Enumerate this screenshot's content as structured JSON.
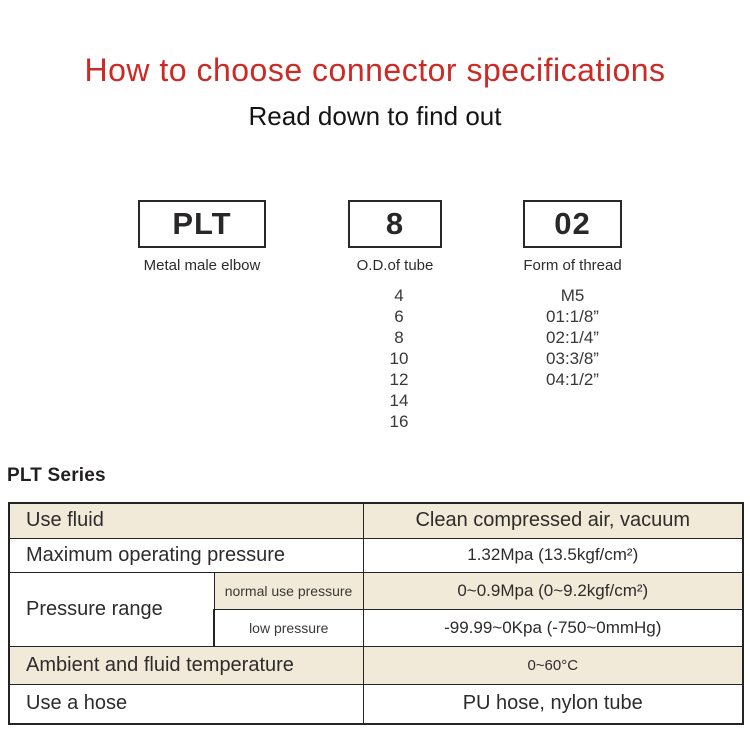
{
  "header": {
    "title": "How to choose connector specifications",
    "subtitle": "Read down to find out"
  },
  "spec_boxes": [
    {
      "code": "PLT",
      "label": "Metal male elbow"
    },
    {
      "code": "8",
      "label": "O.D.of tube"
    },
    {
      "code": "02",
      "label": "Form of thread"
    }
  ],
  "tube_options": [
    "4",
    "6",
    "8",
    "10",
    "12",
    "14",
    "16"
  ],
  "thread_options": [
    "M5",
    "01:1/8”",
    "02:1/4”",
    "03:3/8”",
    "04:1/2”"
  ],
  "series_heading": "PLT Series",
  "spec_table": {
    "use_fluid": {
      "label": "Use fluid",
      "value": "Clean compressed air, vacuum"
    },
    "max_pressure": {
      "label": "Maximum operating pressure",
      "value": "1.32Mpa (13.5kgf/cm²)"
    },
    "pressure_range": {
      "label": "Pressure range",
      "normal": {
        "label": "normal use pressure",
        "value": "0~0.9Mpa (0~9.2kgf/cm²)"
      },
      "low": {
        "label": "low pressure",
        "value": "-99.99~0Kpa (-750~0mmHg)"
      }
    },
    "temperature": {
      "label": "Ambient and fluid temperature",
      "value": "0~60°C"
    },
    "hose": {
      "label": "Use a hose",
      "value": "PU hose, nylon tube"
    }
  },
  "colors": {
    "accent_red": "#cd2a26",
    "band_beige": "#f1ead9",
    "border_dark": "#242424"
  }
}
